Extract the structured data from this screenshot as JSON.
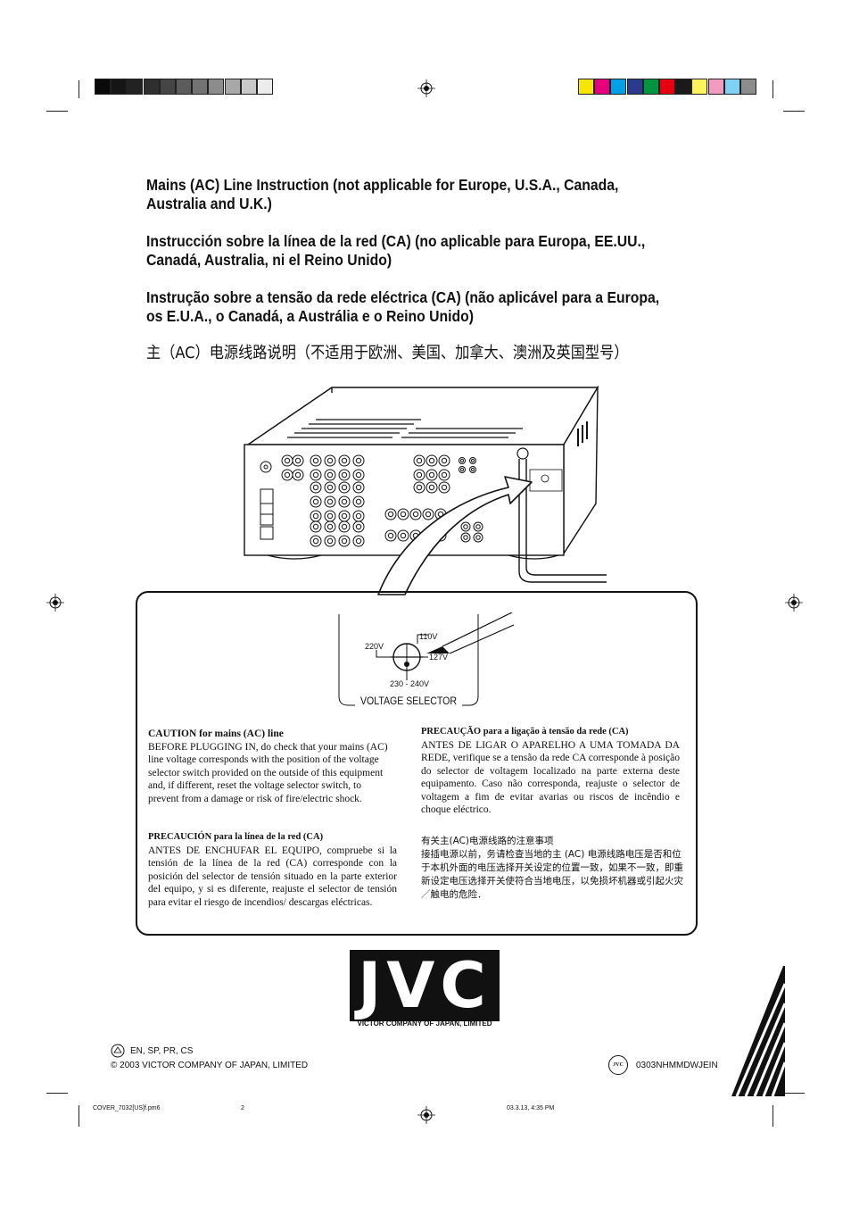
{
  "color_bars": {
    "gray_steps": [
      "#0a0a0a",
      "#161616",
      "#222222",
      "#2f2f2f",
      "#454545",
      "#5c5c5c",
      "#737373",
      "#8c8c8c",
      "#a8a8a8",
      "#c8c8c8",
      "#ececec"
    ],
    "process": [
      "#f7e600",
      "#e6007e",
      "#00a0e9",
      "#2b3a8c",
      "#00953f",
      "#e60012",
      "#1a1a1a",
      "#fff35c",
      "#f29ac2",
      "#7fd0f5",
      "#8c8c8c"
    ]
  },
  "headings": {
    "en": "Mains (AC) Line Instruction (not applicable for Europe, U.S.A., Canada, Australia and U.K.)",
    "es": "Instrucción sobre la línea de la red (CA) (no aplicable para Europa, EE.UU., Canadá, Australia, ni el Reino Unido)",
    "pt": "Instrução sobre a tensão da rede eléctrica (CA) (não aplicável para a Europa, os E.U.A., o Canadá, a Austrália e o Reino Unido)",
    "cn": "主（AC）电源线路说明（不适用于欧洲、美国、加拿大、澳洲及英国型号）"
  },
  "voltage_selector": {
    "label": "VOLTAGE SELECTOR",
    "v110": "110V",
    "v127": "127V",
    "v220": "220V",
    "v230": "230 - 240V"
  },
  "caution": {
    "en_title": "CAUTION for mains (AC) line",
    "en_body": "BEFORE PLUGGING IN, do check that your mains (AC) line voltage corresponds with the position of the voltage selector switch provided on the outside of this equipment and, if different, reset the voltage selector switch, to prevent from a damage or risk of fire/electric shock.",
    "es_title": "PRECAUCIÓN para la línea de la red (CA)",
    "es_body": "ANTES DE ENCHUFAR EL EQUIPO, compruebe si la tensión de la línea de la red (CA) corresponde con la posición del selector de tensión situado en la parte exterior del equipo, y si es diferente, reajuste el selector de tensión para evitar el riesgo de incendios/ descargas eléctricas.",
    "pt_title": "PRECAUÇÃO para a ligação à tensão da rede (CA)",
    "pt_body": "ANTES DE LIGAR O APARELHO A UMA TOMADA DA REDE, verifique se a tensão da rede CA corresponde à posição do selector de voltagem localizado na parte externa deste equipamento. Caso não corresponda, reajuste o selector de voltagem a fim de evitar avarias ou riscos de incêndio e choque eléctrico.",
    "cn_title": "有关主(AC)电源线路的注意事项",
    "cn_body": "接插电源以前，务请检查当地的主 (AC) 电源线路电压是否和位于本机外面的电压选择开关设定的位置一致，如果不一致，即重新设定电压选择开关使符合当地电压，以免损坏机器或引起火灾／触电的危险．"
  },
  "brand": {
    "logo": "JVC",
    "company": "VICTOR COMPANY OF JAPAN, LIMITED"
  },
  "footer": {
    "languages": "EN, SP, PR, CS",
    "copyright": "© 2003 VICTOR COMPANY OF JAPAN, LIMITED",
    "code": "0303NHMMDWJEIN",
    "badge": "JVC"
  },
  "slug": {
    "file": "COVER_7032[US]f.pm6",
    "page": "2",
    "date": "03.3.13, 4:35 PM"
  }
}
